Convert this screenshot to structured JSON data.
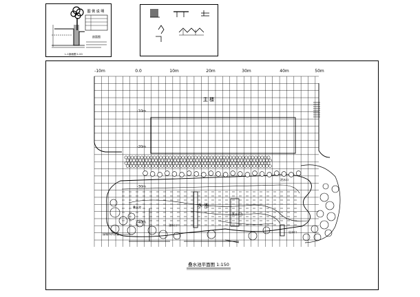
{
  "detail_a": {
    "legend_title": "图 例 说 明",
    "section_label": "剖面图",
    "caption": "L-1剖面图 1:20"
  },
  "plan": {
    "axis_labels": [
      "-10m",
      "0.0",
      "10m",
      "20m",
      "30m",
      "40m",
      "50m"
    ],
    "vertical_labels": [
      "-10m",
      "-20m",
      "-30m",
      "-40m"
    ],
    "building_label": "主 楼",
    "pool_label": "水 池",
    "callouts": [
      "叠水池",
      "跌水平台",
      "溢水口",
      "出水口",
      "泄水口"
    ],
    "inlet_label": "接城市供水管",
    "title": "叠水池平面图 1:150"
  }
}
